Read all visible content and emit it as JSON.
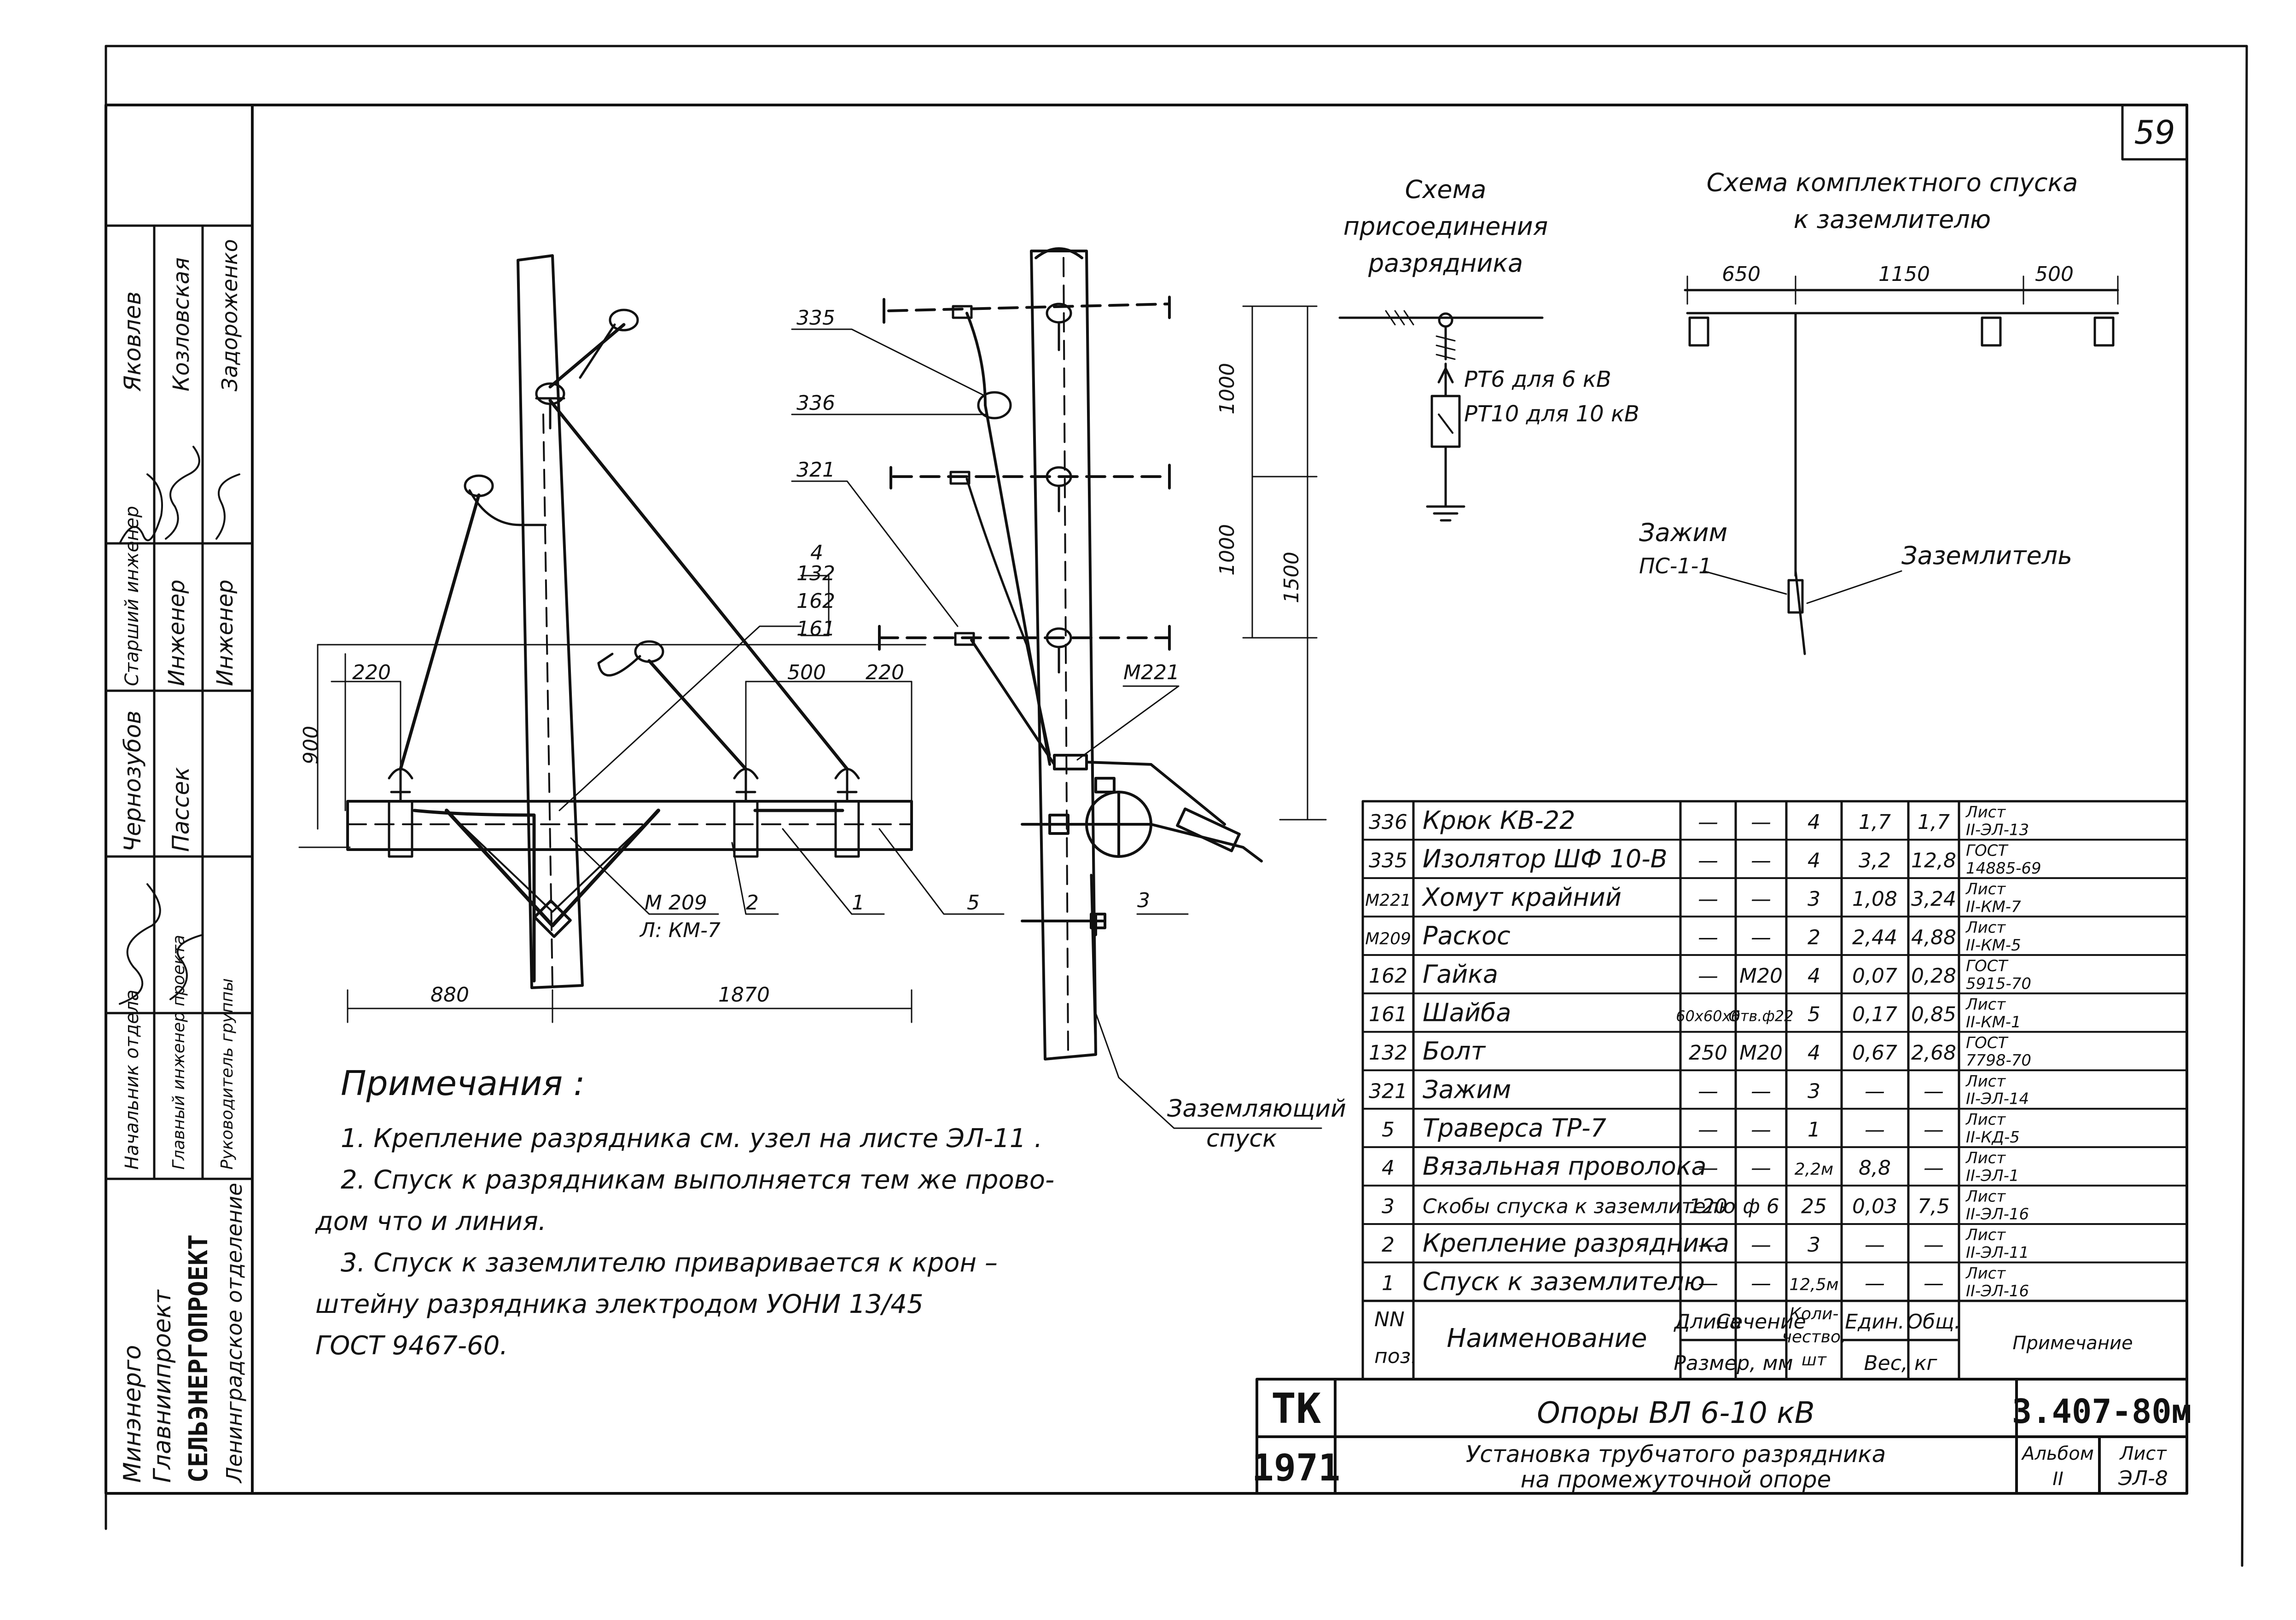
{
  "sheet_number": "59",
  "title_block": {
    "org_lines": [
      "Минэнерго",
      "Главниипроект",
      "СЕЛЬЭНЕРГОПРОЕКТ",
      "Ленинградское отделение"
    ],
    "positions": [
      "Начальник отдела",
      "Главный инженер проекта",
      "Руководитель группы",
      "Старший инженер",
      "Инженер",
      "Инженер"
    ],
    "names": [
      "Чернозубов",
      "Пассек",
      "Яковлев",
      "Козловская",
      "Задороженко"
    ],
    "tk": "ТК",
    "year": "1971",
    "doc_title": "Опоры ВЛ 6-10 кВ",
    "doc_subtitle_1": "Установка трубчатого разрядника",
    "doc_subtitle_2": "на промежуточной опоре",
    "code": "3.407-80м",
    "album_label": "Альбом",
    "album_value": "II",
    "sheet_label": "Лист",
    "sheet_value": "ЭЛ-8"
  },
  "schemes": {
    "connection_title": [
      "Схема",
      "присоединения",
      "разрядника"
    ],
    "arrester_6kv": "РТ6 для 6 кВ",
    "arrester_10kv": "РТ10 для 10 кВ",
    "descent_title": [
      "Схема комплектного спуска",
      "к заземлителю"
    ],
    "dims": [
      "650",
      "1150",
      "500"
    ],
    "clamp_label": [
      "Зажим",
      "ПС-1-1"
    ],
    "ground_label": "Заземлитель"
  },
  "front_view": {
    "dims": [
      "220",
      "500",
      "220",
      "900",
      "880",
      "1870"
    ],
    "callouts": [
      "4",
      "132",
      "162",
      "161"
    ],
    "leaders": [
      "М 209",
      "Л: КМ-7",
      "2",
      "1",
      "5"
    ]
  },
  "side_view": {
    "callouts": [
      "335",
      "336",
      "321",
      "М221",
      "3"
    ],
    "dims": [
      "1000",
      "1000",
      "1500"
    ],
    "ground_descent": [
      "Заземляющий",
      "спуск"
    ]
  },
  "notes": {
    "heading": "Примечания :",
    "items": [
      "1. Крепление разрядника см. узел на листе ЭЛ-11 .",
      "2. Спуск к разрядникам выполняется тем же прово-",
      "дом что и линия.",
      "3. Спуск к заземлителю приваривается к крон –",
      "штейну разрядника электродом УОНИ 13/45",
      "ГОСТ 9467-60."
    ]
  },
  "spec_table": {
    "header": {
      "pos": [
        "NN",
        "поз."
      ],
      "name": "Наименование",
      "length": "Длина",
      "section": "Сечение",
      "size": "Размер, мм",
      "qty": [
        "Коли-",
        "чество,",
        "шт"
      ],
      "unit": "Един.",
      "total": "Общ.",
      "weight": "Вес, кг",
      "note": "Примечание"
    },
    "rows": [
      {
        "pos": "336",
        "name": "Крюк   КВ-22",
        "length": "—",
        "section": "—",
        "qty": "4",
        "unit": "1,7",
        "total": "1,7",
        "note": [
          "Лист",
          "II-ЭЛ-13"
        ]
      },
      {
        "pos": "335",
        "name": "Изолятор ШФ 10-В",
        "length": "—",
        "section": "—",
        "qty": "4",
        "unit": "3,2",
        "total": "12,8",
        "note": [
          "ГОСТ",
          "14885-69"
        ]
      },
      {
        "pos": "М221",
        "name": "Хомут крайний",
        "length": "—",
        "section": "—",
        "qty": "3",
        "unit": "1,08",
        "total": "3,24",
        "note": [
          "Лист",
          "II-КМ-7"
        ]
      },
      {
        "pos": "М209",
        "name": "Раскос",
        "length": "—",
        "section": "—",
        "qty": "2",
        "unit": "2,44",
        "total": "4,88",
        "note": [
          "Лист",
          "II-КМ-5"
        ]
      },
      {
        "pos": "162",
        "name": "Гайка",
        "length": "—",
        "section": "М20",
        "qty": "4",
        "unit": "0,07",
        "total": "0,28",
        "note": [
          "ГОСТ",
          "5915-70"
        ]
      },
      {
        "pos": "161",
        "name": "Шайба",
        "length": "60x60x6",
        "section": "Отв.ф22",
        "qty": "5",
        "unit": "0,17",
        "total": "0,85",
        "note": [
          "Лист",
          "II-КМ-1"
        ]
      },
      {
        "pos": "132",
        "name": "Болт",
        "length": "250",
        "section": "М20",
        "qty": "4",
        "unit": "0,67",
        "total": "2,68",
        "note": [
          "ГОСТ",
          "7798-70"
        ]
      },
      {
        "pos": "321",
        "name": "Зажим",
        "length": "—",
        "section": "—",
        "qty": "3",
        "unit": "—",
        "total": "—",
        "note": [
          "Лист",
          "II-ЭЛ-14"
        ]
      },
      {
        "pos": "5",
        "name": "Траверса  ТР-7",
        "length": "—",
        "section": "—",
        "qty": "1",
        "unit": "—",
        "total": "—",
        "note": [
          "Лист",
          "II-КД-5"
        ]
      },
      {
        "pos": "4",
        "name": "Вязальная проволока",
        "length": "—",
        "section": "—",
        "qty": "2,2м",
        "unit": "8,8",
        "total": "—",
        "note": [
          "Лист",
          "II-ЭЛ-1"
        ]
      },
      {
        "pos": "3",
        "name": "Скобы спуска к заземлителю",
        "length": "120",
        "section": "ф 6",
        "qty": "25",
        "unit": "0,03",
        "total": "7,5",
        "note": [
          "Лист",
          "II-ЭЛ-16"
        ]
      },
      {
        "pos": "2",
        "name": "Крепление разрядника",
        "length": "—",
        "section": "—",
        "qty": "3",
        "unit": "—",
        "total": "—",
        "note": [
          "Лист",
          "II-ЭЛ-11"
        ]
      },
      {
        "pos": "1",
        "name": "Спуск к заземлителю",
        "length": "—",
        "section": "—",
        "qty": "12,5м",
        "unit": "—",
        "total": "—",
        "note": [
          "Лист",
          "II-ЭЛ-16"
        ]
      }
    ]
  }
}
